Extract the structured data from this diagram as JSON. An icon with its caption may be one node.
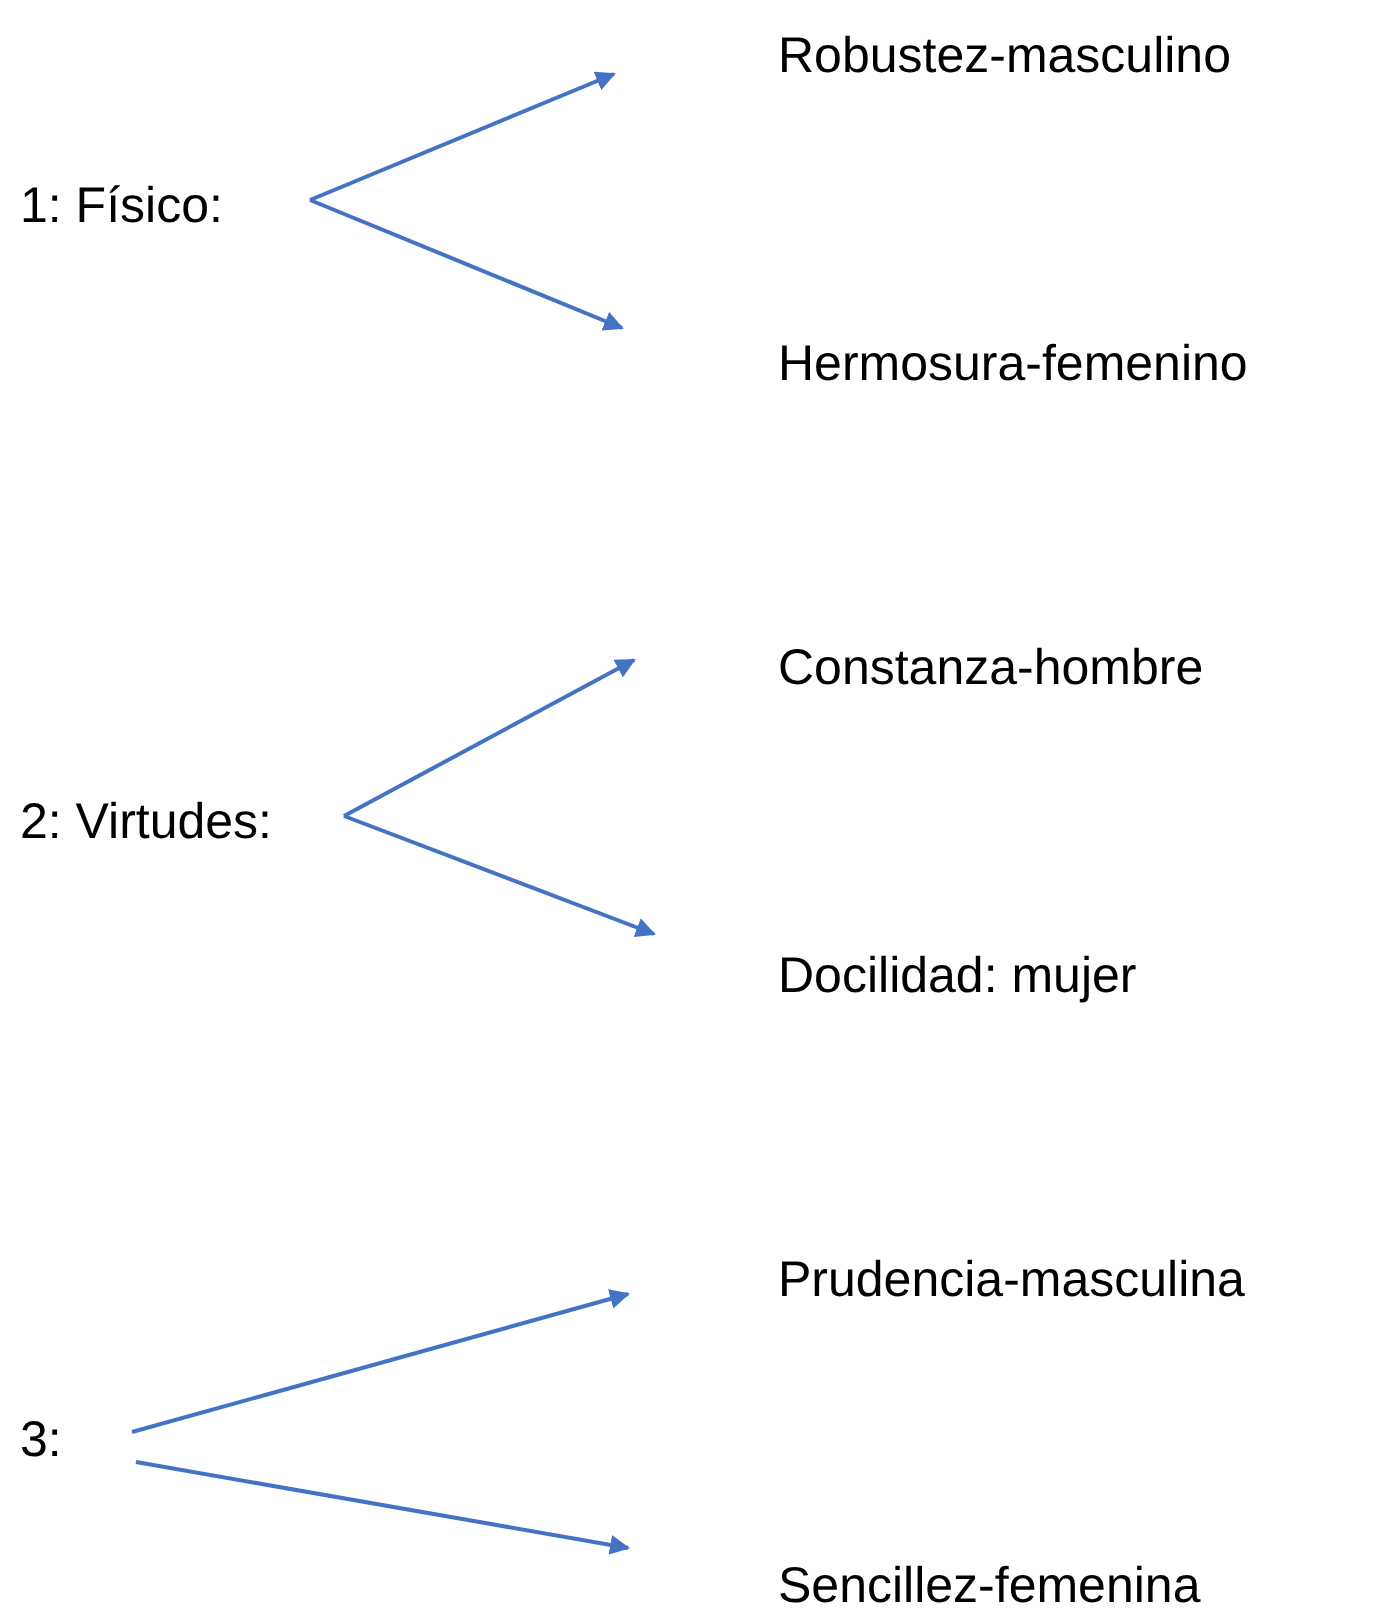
{
  "diagram": {
    "nodes": [
      {
        "text": [
          "1: Físico:"
        ]
      },
      {
        "text": [
          "Robustez-masculino"
        ]
      },
      {
        "text": [
          "Hermosura-femenino"
        ]
      },
      {
        "text": [
          "2: Virtudes:"
        ]
      },
      {
        "text": [
          "Constanza-hombre"
        ]
      },
      {
        "text": [
          "Docilidad: mujer"
        ]
      },
      {
        "text": [
          "3:"
        ]
      },
      {
        "text": [
          "Prudencia-masculina"
        ]
      },
      {
        "text": [
          "Sencillez-femenina"
        ]
      }
    ],
    "edges": [
      {
        "from": 0,
        "to": 1,
        "arrow": "to"
      },
      {
        "from": 0,
        "to": 2,
        "arrow": "to"
      },
      {
        "from": 3,
        "to": 4,
        "arrow": "to"
      },
      {
        "from": 3,
        "to": 5,
        "arrow": "to"
      },
      {
        "from": 6,
        "to": 7,
        "arrow": "to"
      },
      {
        "from": 6,
        "to": 8,
        "arrow": "to"
      }
    ]
  }
}
